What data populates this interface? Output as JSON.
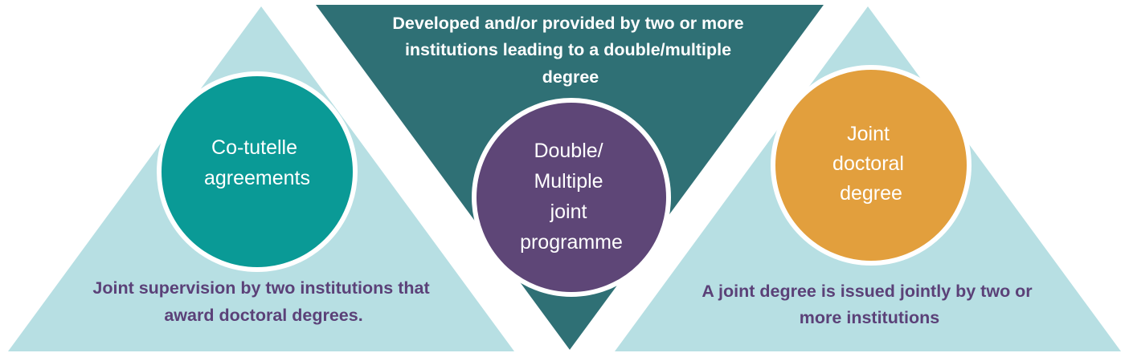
{
  "colors": {
    "light_triangle": "#b7dfe3",
    "dark_triangle": "#2f7075",
    "teal_circle": "#0a9a96",
    "purple_circle": "#5e4677",
    "orange_circle": "#e29f3d",
    "circle_border": "#ffffff",
    "description_text": "#5b4178"
  },
  "left": {
    "circle_lines": [
      "Co-tutelle",
      "agreements"
    ],
    "description_lines": [
      "Joint supervision by two institutions that",
      "award doctoral degrees."
    ]
  },
  "center": {
    "circle_lines": [
      "Double/",
      "Multiple",
      "joint",
      "programme"
    ],
    "description_lines": [
      "Developed and/or provided by two or more",
      "institutions leading to a double/multiple",
      "degree"
    ]
  },
  "right": {
    "circle_lines": [
      "Joint",
      "doctoral",
      "degree"
    ],
    "description_lines": [
      "A joint degree is issued jointly by two or",
      "more institutions"
    ]
  }
}
